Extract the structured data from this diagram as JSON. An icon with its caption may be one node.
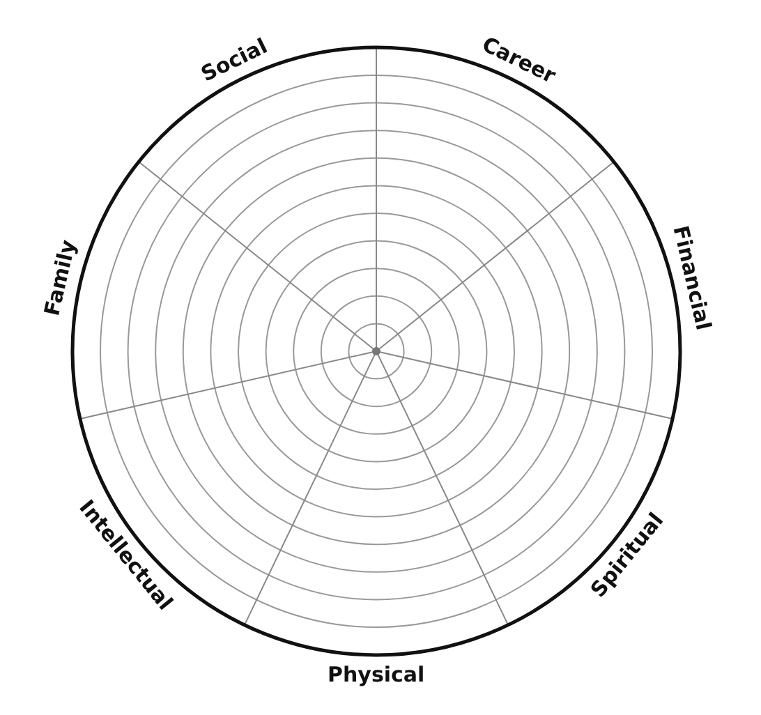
{
  "diagram": {
    "labels": [
      "Social",
      "Career",
      "Family",
      "Financial",
      "Intellectual",
      "Spiritual",
      "Physical"
    ]
  }
}
